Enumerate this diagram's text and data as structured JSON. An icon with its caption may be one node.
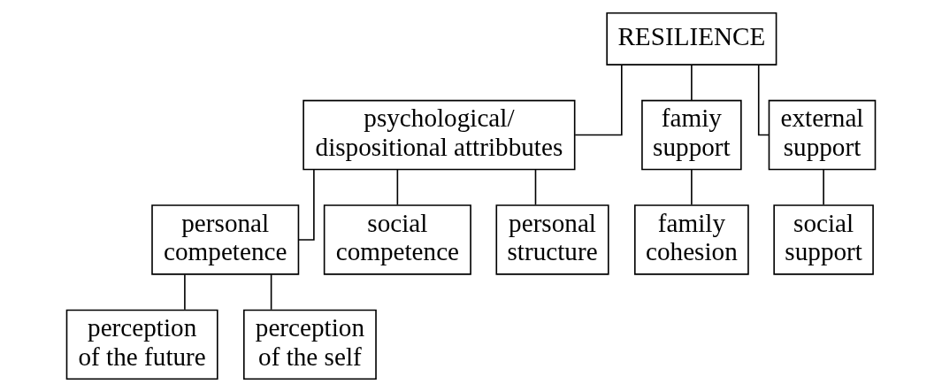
{
  "diagram": {
    "nodes": [
      {
        "text": [
          "RESILIENCE"
        ]
      },
      {
        "text": [
          "psychological/ dispositional attribbutes"
        ]
      },
      {
        "text": [
          "famiy support"
        ]
      },
      {
        "text": [
          "external support"
        ]
      },
      {
        "text": [
          "personal competence"
        ]
      },
      {
        "text": [
          "social competence"
        ]
      },
      {
        "text": [
          "personal structure"
        ]
      },
      {
        "text": [
          "family cohesion"
        ]
      },
      {
        "text": [
          "social support"
        ]
      },
      {
        "text": [
          "perception of the future"
        ]
      },
      {
        "text": [
          "perception of the self"
        ]
      }
    ],
    "edges": [
      {
        "from": 0,
        "to": 1,
        "arrow": "none"
      },
      {
        "from": 0,
        "to": 2,
        "arrow": "none"
      },
      {
        "from": 0,
        "to": 3,
        "arrow": "none"
      },
      {
        "from": 1,
        "to": 4,
        "arrow": "none"
      },
      {
        "from": 1,
        "to": 5,
        "arrow": "none"
      },
      {
        "from": 1,
        "to": 6,
        "arrow": "none"
      },
      {
        "from": 2,
        "to": 7,
        "arrow": "none"
      },
      {
        "from": 3,
        "to": 8,
        "arrow": "none"
      },
      {
        "from": 4,
        "to": 9,
        "arrow": "none"
      },
      {
        "from": 4,
        "to": 10,
        "arrow": "none"
      }
    ]
  }
}
